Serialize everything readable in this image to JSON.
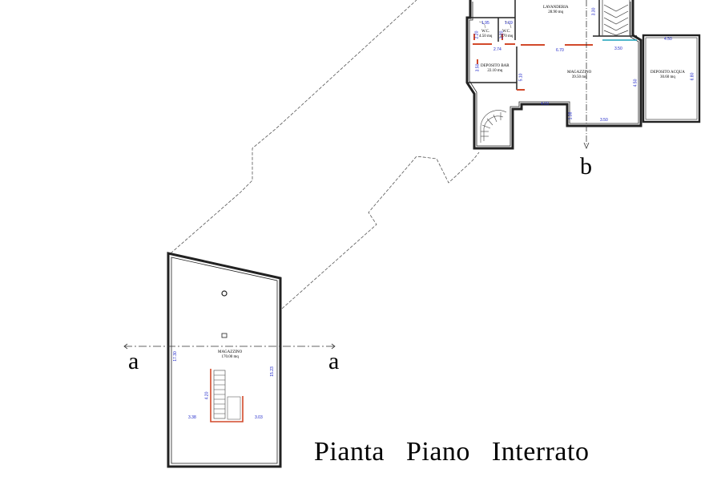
{
  "title": "Pianta   Piano   Interrato",
  "section_marks": {
    "a_left": "a",
    "a_right": "a",
    "b": "b"
  },
  "rooms": {
    "lavanderia": {
      "name": "LAVANDERIA",
      "area": "28.90 mq"
    },
    "wc1": {
      "name": "W.C.",
      "area": "4.50 mq"
    },
    "wc2": {
      "name": "W.C.",
      "area": "3.70 mq"
    },
    "deposito_bar": {
      "name": "DEPOSITO BAR",
      "area": "22.10 mq"
    },
    "magazzino_upper": {
      "name": "MAGAZZINO",
      "area": "39.50 mq"
    },
    "deposito_acqua": {
      "name": "DEPOSITO ACQUA",
      "area": "30.60 mq"
    },
    "magazzino_lower": {
      "name": "MAGAZZINO",
      "area": "170.00 mq"
    }
  },
  "dimensions": {
    "d1": "1.95",
    "d2": "1.69",
    "d3": "2.20",
    "d4": "2.20",
    "d5": "2.74",
    "d6": "6.70",
    "d7": "3.30",
    "d8": "3.50",
    "d9": "5.10",
    "d10": "4.03",
    "d11": "1.38",
    "d12": "3.50",
    "d13": "4.50",
    "d14": "4.50",
    "d15": "6.80",
    "d16": "3.50",
    "d17": "17.30",
    "d18": "15.23",
    "d19": "4.20",
    "d20": "3.38",
    "d21": "3.03"
  },
  "colors": {
    "wall": "#222222",
    "dimension": "#1c24c8",
    "partition": "#d2492a",
    "glass": "#18a0b8",
    "outline": "#555555"
  }
}
